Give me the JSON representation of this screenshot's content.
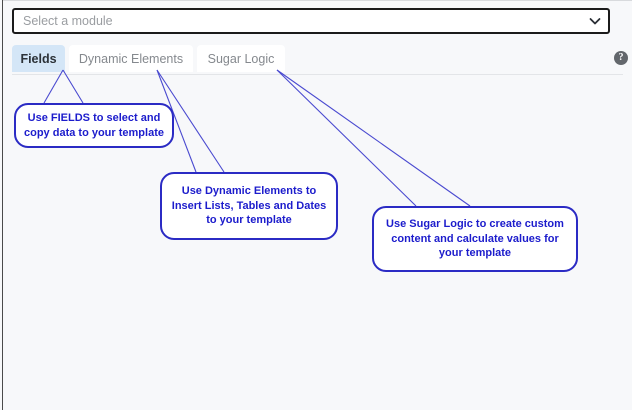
{
  "module_select": {
    "placeholder": "Select a module",
    "value": "",
    "chevron_icon": "chevron-down-icon"
  },
  "tabs": [
    {
      "id": "fields",
      "label": "Fields",
      "active": true
    },
    {
      "id": "dynamic",
      "label": "Dynamic Elements",
      "active": false
    },
    {
      "id": "sugar",
      "label": "Sugar Logic",
      "active": false
    }
  ],
  "help": {
    "icon": "help-circle-icon",
    "glyph": "?"
  },
  "annotations": [
    {
      "id": "fields-callout",
      "target_tab": "Fields",
      "text": "Use FIELDS to select and copy data to your template"
    },
    {
      "id": "dynamic-callout",
      "target_tab": "Dynamic Elements",
      "text": "Use Dynamic Elements to Insert Lists, Tables and Dates to your template"
    },
    {
      "id": "sugar-callout",
      "target_tab": "Sugar Logic",
      "text": "Use Sugar Logic to create custom content and calculate values for your template"
    }
  ],
  "colors": {
    "annotation_stroke": "#2b2bc4",
    "annotation_text": "#1c1ccc",
    "active_tab_bg": "#d4e6f7",
    "canvas_bg": "#f7f8fa",
    "select_border": "#1b1b1b",
    "help_icon_bg": "#63676c"
  }
}
